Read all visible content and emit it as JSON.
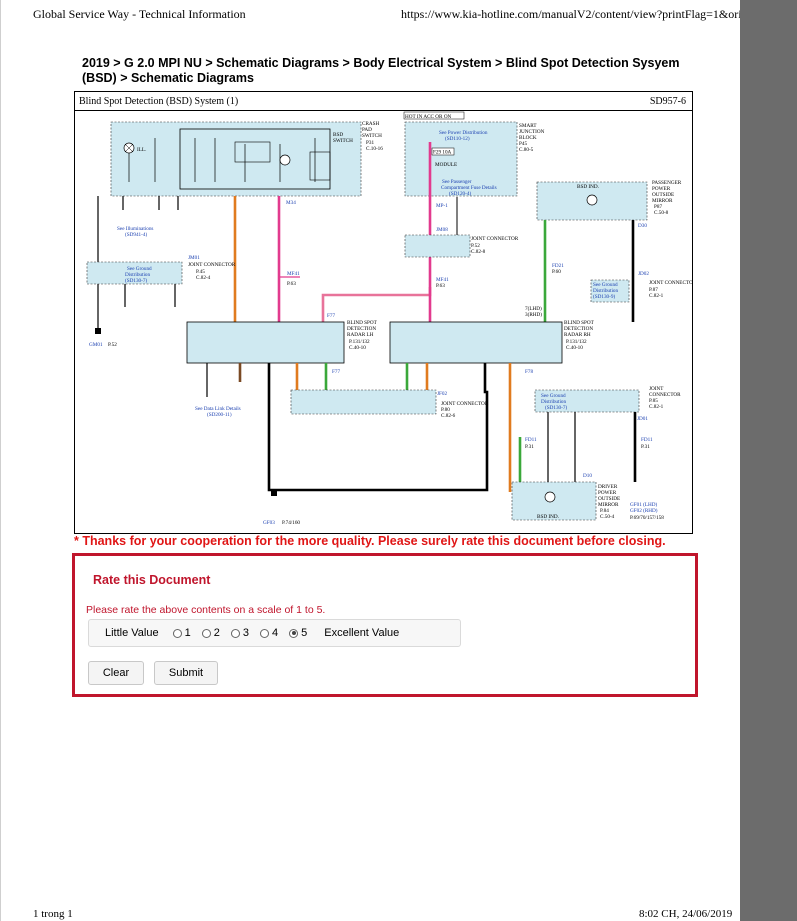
{
  "header": {
    "left": "Global Service Way - Technical Information",
    "right": "https://www.kia-hotline.com/manualV2/content/view?printFlag=1&ori..."
  },
  "breadcrumb": "2019 > G 2.0 MPI NU > Schematic Diagrams > Body Electrical System > Blind Spot Detection Sysyem (BSD) > Schematic Diagrams",
  "diagram": {
    "title": "Blind Spot Detection (BSD) System (1)",
    "code": "SD957-6",
    "labels": {
      "crash_pad": [
        "CRASH",
        "PAD",
        "SWITCH",
        "P31",
        "C.10-16"
      ],
      "bsd_switch": [
        "BSD",
        "SWITCH"
      ],
      "hot": "HOT IN ACC OR ON",
      "see_power": [
        "See Power Distribution",
        "(SD110-12)"
      ],
      "sjb": [
        "SMART",
        "JUNCTION",
        "BLOCK",
        "P45",
        "C.80-5"
      ],
      "fuse_box": [
        "F29 10A",
        "MODULE"
      ],
      "see_pass": [
        "See Passenger",
        "Compartment Fuse Details",
        "(SD120-4)"
      ],
      "pass_mirror": [
        "PASSENGER",
        "POWER",
        "OUTSIDE",
        "MIRROR",
        "P87",
        "C.50-8"
      ],
      "bsd_ind_top": "BSD IND.",
      "ill": "ILL.",
      "see_illum": [
        "See Illuminations",
        "(SD941-4)"
      ],
      "jm01": "JM01",
      "joint_conn": "JOINT CONNECTOR",
      "see_ground": [
        "See Ground",
        "Distribution",
        "(SD130-7)"
      ],
      "jm01_ref": [
        "P.45",
        "C.82-4"
      ],
      "m34": "M34",
      "mf41": "MF41",
      "p63": "P.63",
      "jm08": "JM08",
      "jm08_ref": [
        "P.52",
        "C.82-8"
      ],
      "mp1": "MP-1",
      "f77": "F77",
      "radar_lh": [
        "BLIND SPOT",
        "DETECTION",
        "RADAR LH",
        "P.131/132",
        "C.40-10"
      ],
      "radar_rh": [
        "BLIND SPOT",
        "DETECTION",
        "RADAR RH",
        "P.131/132",
        "C.40-10"
      ],
      "fd21": "FD21",
      "p60": "P.60",
      "d30": "D30",
      "jd02": "JD02",
      "jd02_ref": [
        "P.87",
        "C.82-1"
      ],
      "see_ground2": [
        "See Ground",
        "Distribution",
        "(SD130-9)"
      ],
      "gm01": "GM01",
      "p52": "P.52",
      "gf03": "GF03",
      "p74": "P.74/160",
      "see_data": [
        "See Data Link Details",
        "(SD200-11)"
      ],
      "jf02": "JF02",
      "jf02_ref": [
        "P.80",
        "C.82-6"
      ],
      "f78": "F78",
      "joint_conn2": [
        "JOINT",
        "CONNECTOR",
        "P.85",
        "C.82-1"
      ],
      "jd01": "JD01",
      "fd11": "FD11",
      "p31": "P.31",
      "d10": "D10",
      "driver_mirror": [
        "DRIVER",
        "POWER",
        "OUTSIDE",
        "MIRROR",
        "P.84",
        "C.50-4"
      ],
      "gf01": "GF01 (LHD)",
      "gf02": "GF02 (RHD)",
      "p69": "P.69/70/157/158",
      "bsd_ind_bot": "BSD IND.",
      "lhd": "7(LHD)",
      "rhd": "3(RHD)"
    }
  },
  "thanks": "* Thanks for your cooperation for the more quality. Please surely rate this document before closing.",
  "rating": {
    "title": "Rate this Document",
    "instruction": "Please rate the above contents on a scale of 1 to 5.",
    "low_label": "Little Value",
    "high_label": "Excellent Value",
    "options": [
      "1",
      "2",
      "3",
      "4",
      "5"
    ],
    "selected": "5",
    "clear": "Clear",
    "submit": "Submit"
  },
  "footer": {
    "left": "1 trong 1",
    "right": "8:02 CH, 24/06/2019"
  },
  "colors": {
    "accent": "#c0152c",
    "thanks": "#e01616",
    "diagram_bg": "#cfe9f1",
    "wire_orange": "#e07b1f",
    "wire_pink": "#e23a8e",
    "wire_green": "#3aa83a",
    "wire_brown": "#7a4a24",
    "wire_black": "#111111"
  }
}
